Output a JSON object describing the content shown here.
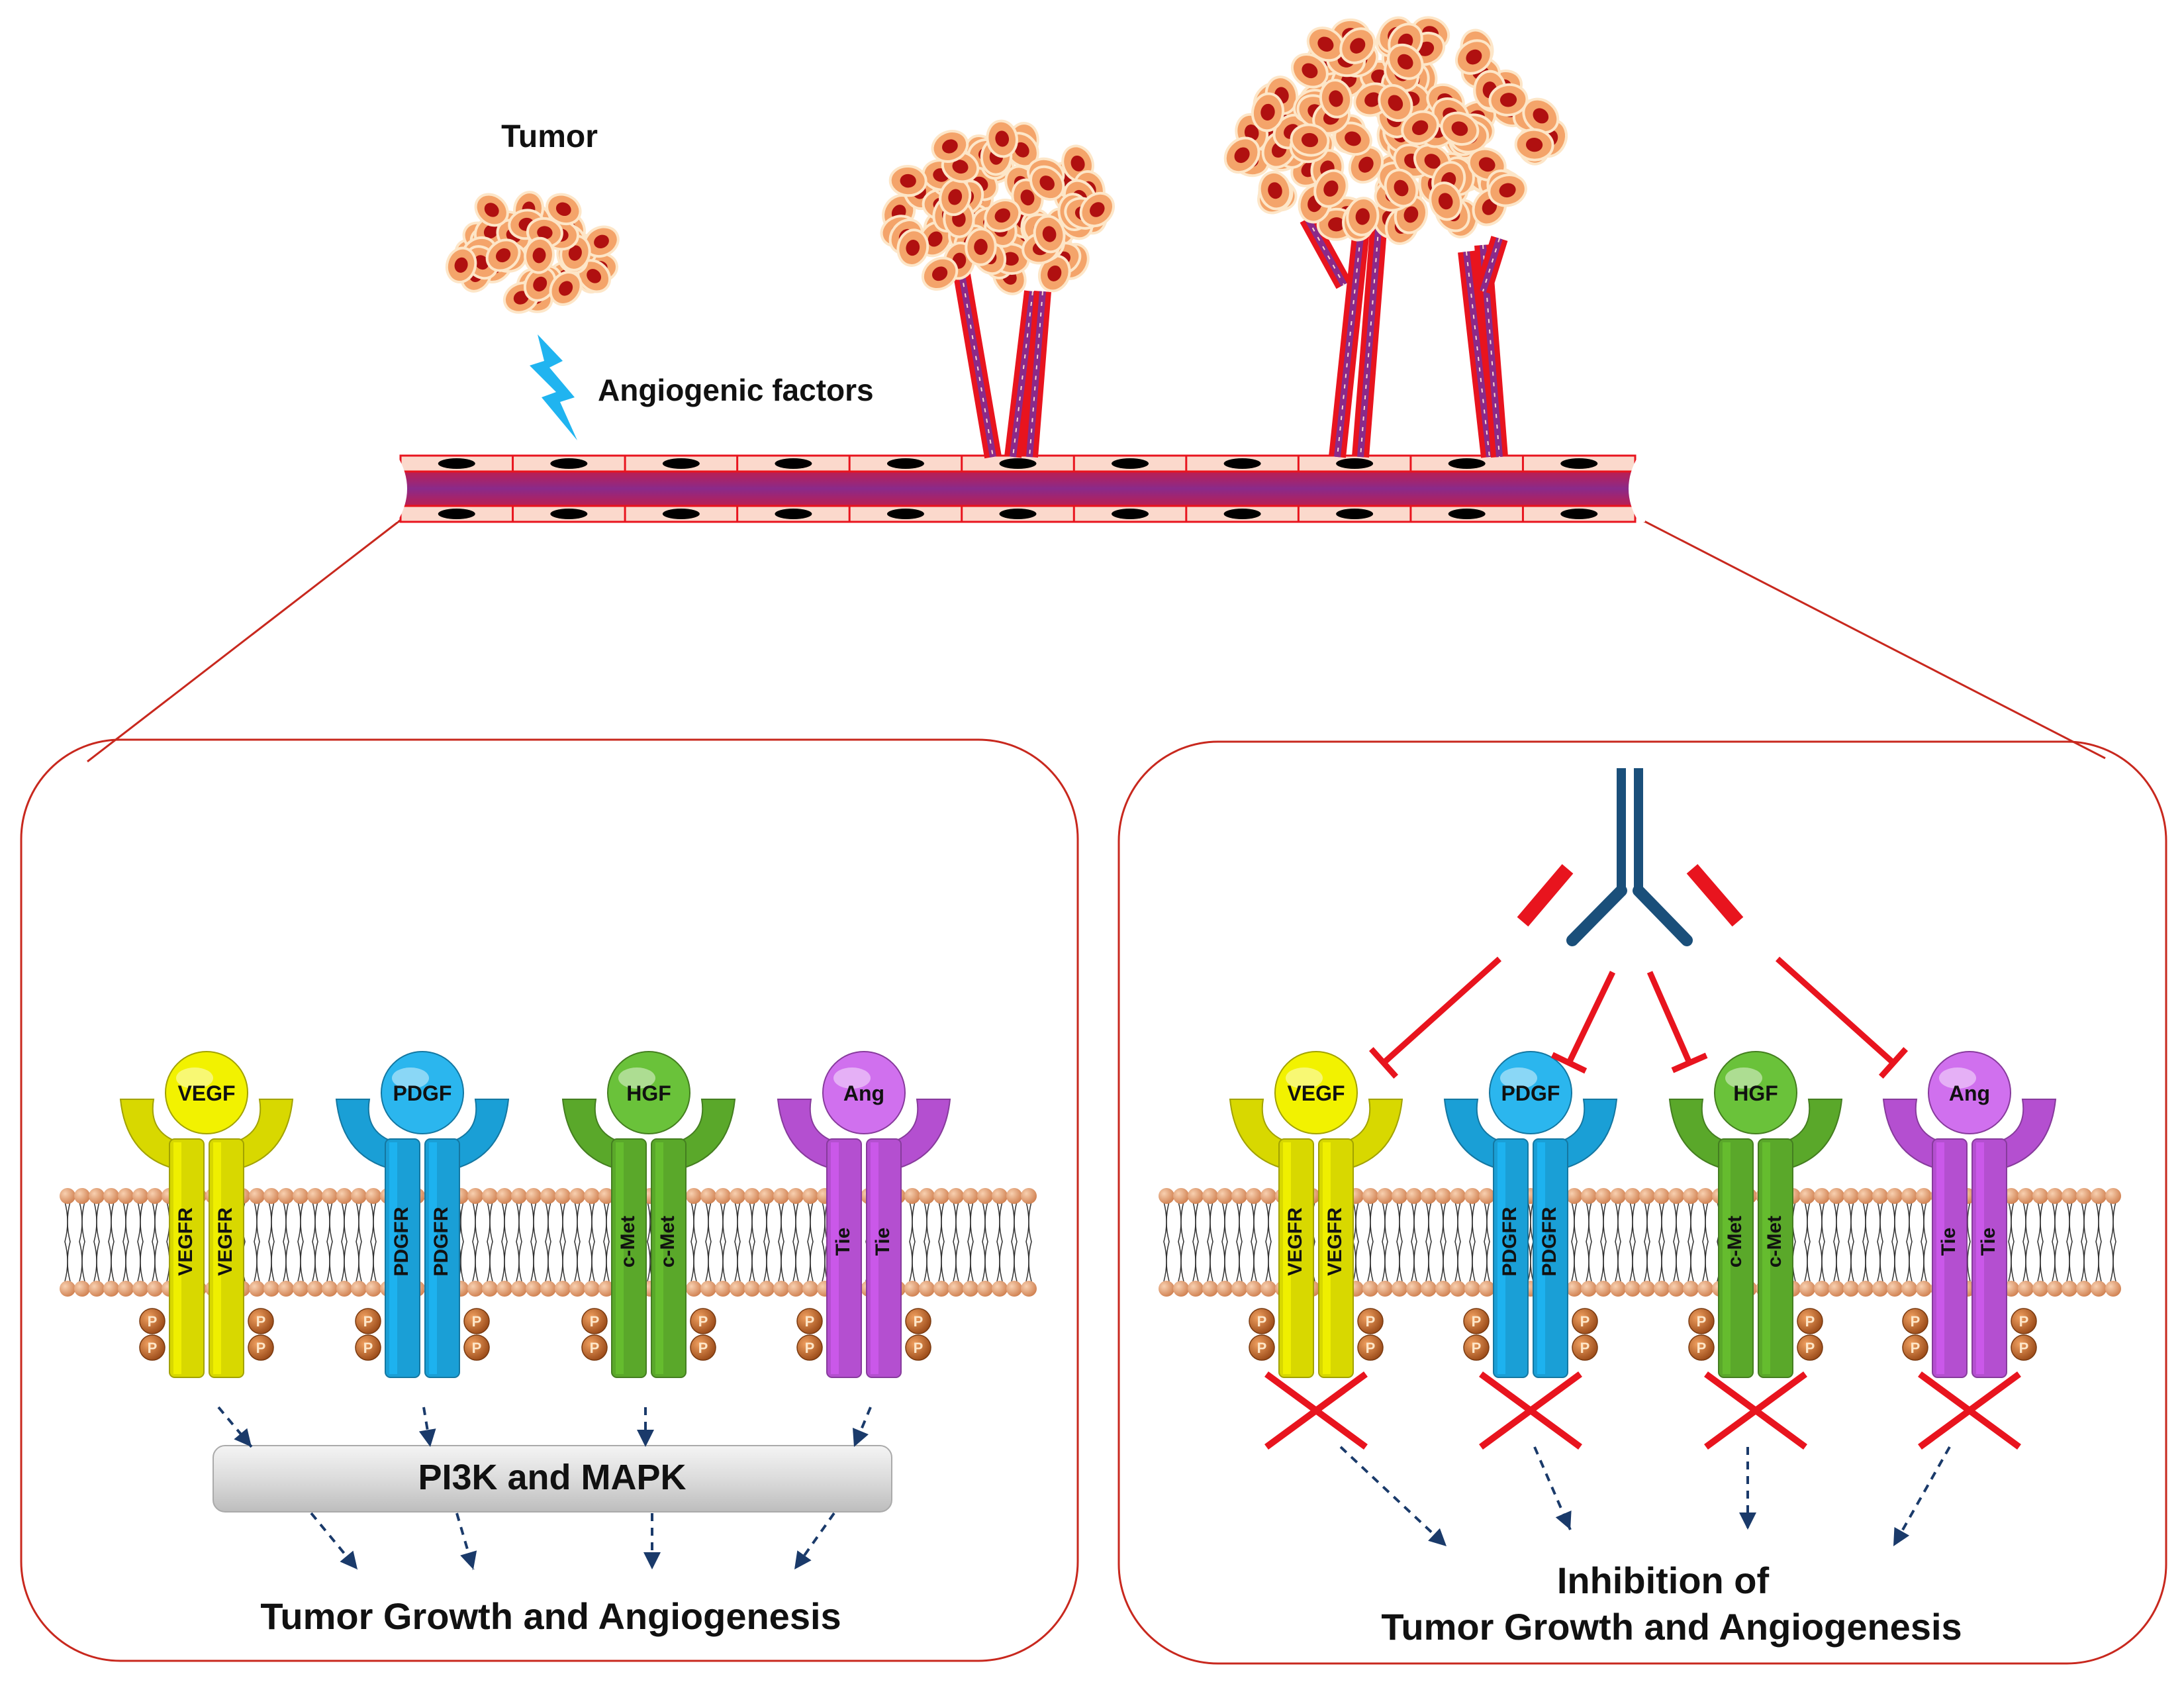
{
  "top": {
    "tumor_label": "Tumor",
    "angiogenic_label": "Angiogenic factors"
  },
  "left_panel": {
    "pathway_label": "PI3K and MAPK",
    "outcome_label": "Tumor Growth and Angiogenesis",
    "receptors": [
      {
        "ligand": "VEGF",
        "receptor": "VEGFR",
        "color": "#d8d800",
        "ligand_color": "#f2f200"
      },
      {
        "ligand": "PDGF",
        "receptor": "PDGFR",
        "color": "#1a9fd6",
        "ligand_color": "#2bb6ee"
      },
      {
        "ligand": "HGF",
        "receptor": "c-Met",
        "color": "#5aa82a",
        "ligand_color": "#6ac23a"
      },
      {
        "ligand": "Ang",
        "receptor": "Tie",
        "color": "#b44fd0",
        "ligand_color": "#d070ee"
      }
    ]
  },
  "right_panel": {
    "outcome_line1": "Inhibition of",
    "outcome_line2": "Tumor Growth and Angiogenesis",
    "receptors": [
      {
        "ligand": "VEGF",
        "receptor": "VEGFR",
        "color": "#d8d800",
        "ligand_color": "#f2f200"
      },
      {
        "ligand": "PDGF",
        "receptor": "PDGFR",
        "color": "#1a9fd6",
        "ligand_color": "#2bb6ee"
      },
      {
        "ligand": "HGF",
        "receptor": "c-Met",
        "color": "#5aa82a",
        "ligand_color": "#6ac23a"
      },
      {
        "ligand": "Ang",
        "receptor": "Tie",
        "color": "#b44fd0",
        "ligand_color": "#d070ee"
      }
    ]
  },
  "colors": {
    "panel_border": "#c8281e",
    "inhibit": "#e8141e",
    "antibody": "#1a4f7a",
    "phosphate": "#c86a2a",
    "lipid_head": "#e6a070",
    "vessel_red": "#e8141e",
    "vessel_purple": "#8a2a8a",
    "cell_fill": "#f4a46a",
    "nucleus": "#b01010",
    "bolt": "#20b4f0",
    "arrow": "#1a3a6a"
  }
}
